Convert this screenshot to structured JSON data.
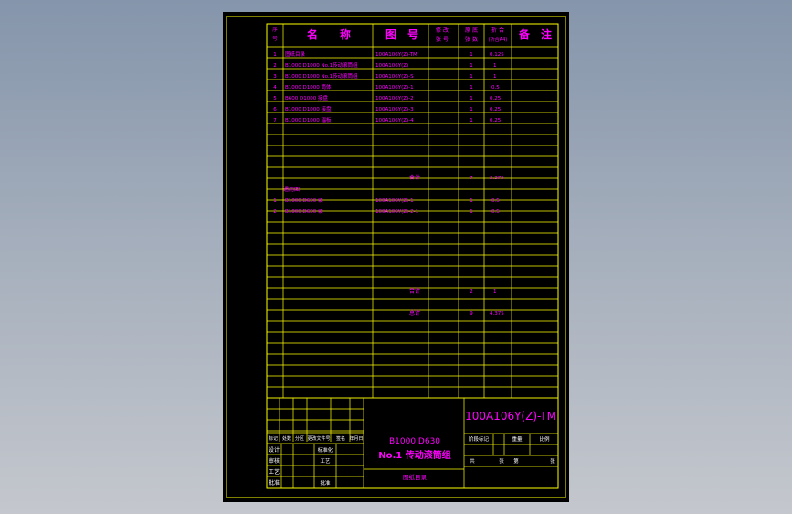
{
  "header": {
    "seq": [
      "序",
      "号"
    ],
    "name": "名　　称",
    "drawing_no": "图　号",
    "edit_sheet": [
      "修 改",
      "张 号"
    ],
    "old_sheets": [
      "原 底",
      "张 数"
    ],
    "fold": [
      "折 合",
      "(折合A4)"
    ],
    "remark": "备　注"
  },
  "rows_a": [
    {
      "seq": "1",
      "name": "图纸目录",
      "no": "100A106Y(Z)-TM",
      "qty": "1",
      "fold": "0.125"
    },
    {
      "seq": "2",
      "name": "B1000 D1000 No.1传动滚筒组",
      "no": "100A106Y(Z)",
      "qty": "1",
      "fold": "1"
    },
    {
      "seq": "3",
      "name": "B1000 D1000 No.1传动滚筒组",
      "no": "100A106Y(Z)-S",
      "qty": "1",
      "fold": "1"
    },
    {
      "seq": "4",
      "name": "B1000 D1000 筒体",
      "no": "100A106Y(Z)-1",
      "qty": "1",
      "fold": "0.5"
    },
    {
      "seq": "5",
      "name": "B600 D1000 接盘",
      "no": "100A106Y(Z)-2",
      "qty": "1",
      "fold": "0.25"
    },
    {
      "seq": "6",
      "name": "B1000 D1000 接盘",
      "no": "100A106Y(Z)-3",
      "qty": "1",
      "fold": "0.25"
    },
    {
      "seq": "7",
      "name": "B1000 D1000 辐板",
      "no": "100A106Y(Z)-4",
      "qty": "1",
      "fold": "0.25"
    }
  ],
  "subtotal_a": {
    "label": "合计",
    "qty": "7",
    "fold": "3.375"
  },
  "group_b_title": "通用图",
  "rows_b": [
    {
      "seq": "1",
      "name": "B1000 D630 轴",
      "no": "100A106Y(Z)-1",
      "qty": "1",
      "fold": "0.5"
    },
    {
      "seq": "2",
      "name": "B1000 D630 轴",
      "no": "100A106Y(Z)-2-1",
      "qty": "1",
      "fold": "0.5"
    }
  ],
  "subtotal_b": {
    "label": "合计",
    "qty": "2",
    "fold": "1"
  },
  "total": {
    "label": "总计",
    "qty": "9",
    "fold": "4.375"
  },
  "title_block": {
    "code": "100A106Y(Z)-TM",
    "title_line1": "B1000 D630",
    "title_line2": "No.1 传动滚筒组",
    "subtitle": "图纸目录",
    "rev_headers": [
      "标记",
      "处数",
      "分区",
      "更改文件号",
      "签名",
      "年月日"
    ],
    "roles": [
      "设计",
      "审核",
      "工艺",
      "批准"
    ],
    "roles_right": [
      "标准化",
      "工艺",
      "批准"
    ],
    "grade_labels": [
      "阶段标记",
      "重量",
      "比例"
    ],
    "sheet_labels": [
      "共",
      "张",
      "第",
      "张"
    ]
  }
}
